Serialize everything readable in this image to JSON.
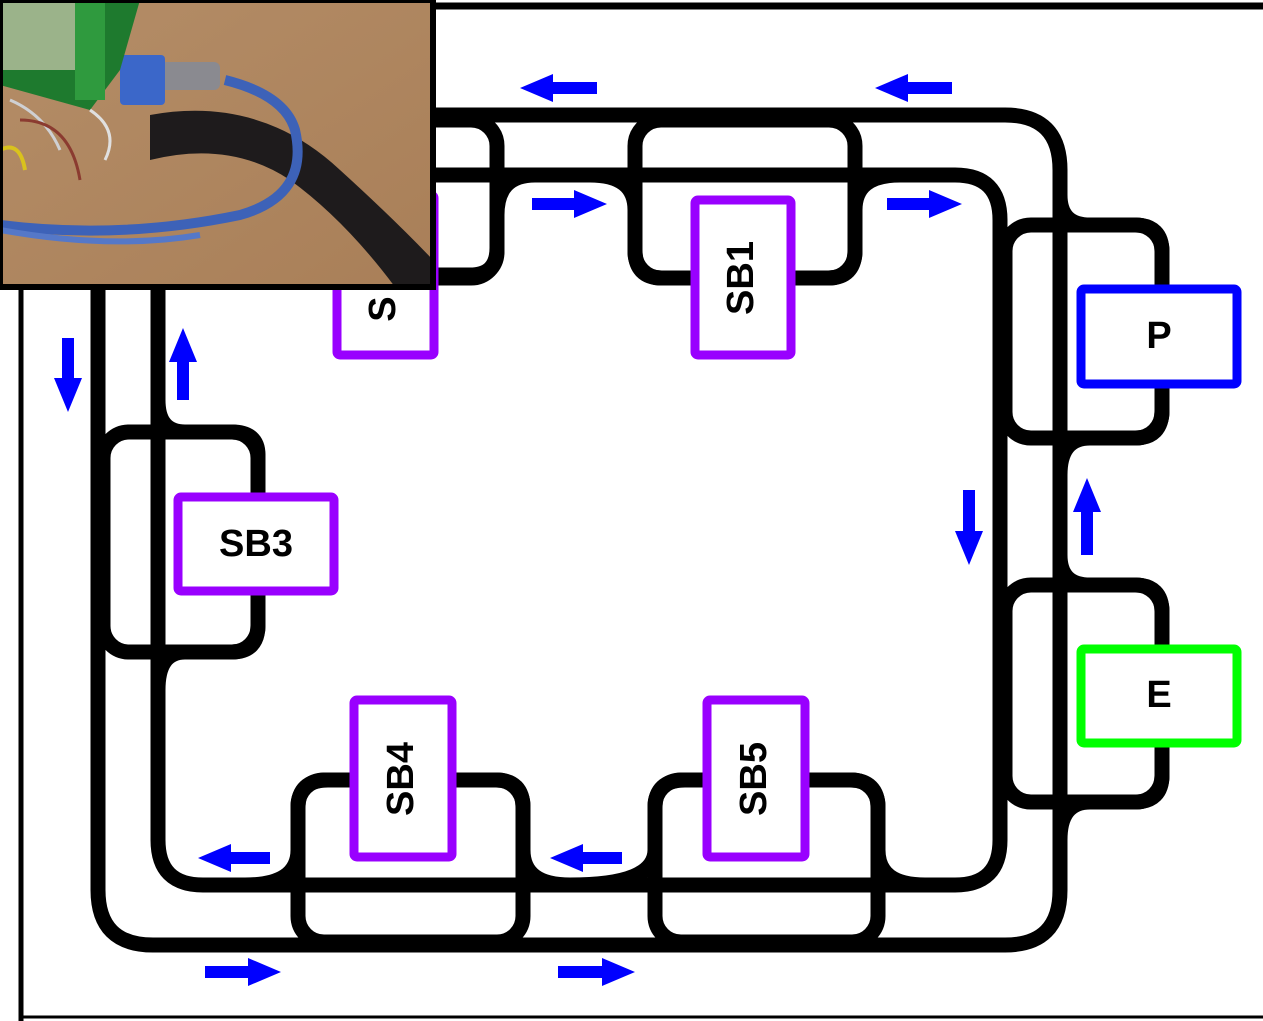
{
  "stations": {
    "sb1": {
      "label": "SB1"
    },
    "sb2": {
      "label": "S"
    },
    "sb3": {
      "label": "SB3"
    },
    "sb4": {
      "label": "SB4"
    },
    "sb5": {
      "label": "SB5"
    },
    "p": {
      "label": "P"
    },
    "e": {
      "label": "E"
    }
  },
  "colors": {
    "track": "#000000",
    "arrow": "#0000ff",
    "siding_box": "#9900ff",
    "p_box": "#0000ff",
    "e_box": "#00ff00"
  },
  "photo": {
    "content": "photo of microcontroller board with LCD and blue USB cable"
  }
}
